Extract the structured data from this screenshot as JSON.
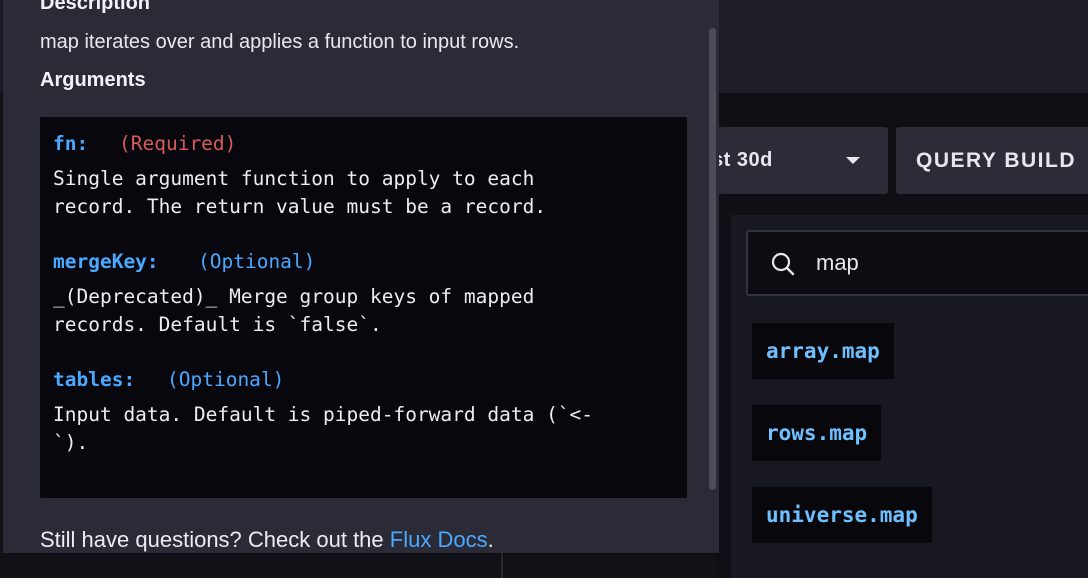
{
  "background": {
    "time_range_label": "st 30d",
    "query_builder_label": "QUERY BUILD",
    "search": {
      "value": "map",
      "icon": "search-icon"
    },
    "functions": [
      "array.map",
      "rows.map",
      "universe.map"
    ]
  },
  "popover": {
    "description_heading": "Description",
    "description_text": "map iterates over and applies a function to input rows.",
    "arguments_heading": "Arguments",
    "arguments": [
      {
        "name": "fn:",
        "flag": "(Required)",
        "description_lines": [
          "Single argument function to apply to each",
          "record. The return value must be a record."
        ]
      },
      {
        "name": "mergeKey:",
        "flag": "(Optional)",
        "description_lines": [
          "_(Deprecated)_ Merge group keys of mapped",
          "records. Default is `false`."
        ]
      },
      {
        "name": "tables:",
        "flag": "(Optional)",
        "description_lines": [
          "Input data. Default is piped-forward data (`<-",
          "`)."
        ]
      }
    ],
    "footer_prefix": "Still have questions? Check out the ",
    "footer_link": "Flux Docs",
    "footer_suffix": "."
  },
  "colors": {
    "accent_blue": "#4aa8ff",
    "required_red": "#d75a5a",
    "function_chip_text": "#6ec0ff"
  }
}
